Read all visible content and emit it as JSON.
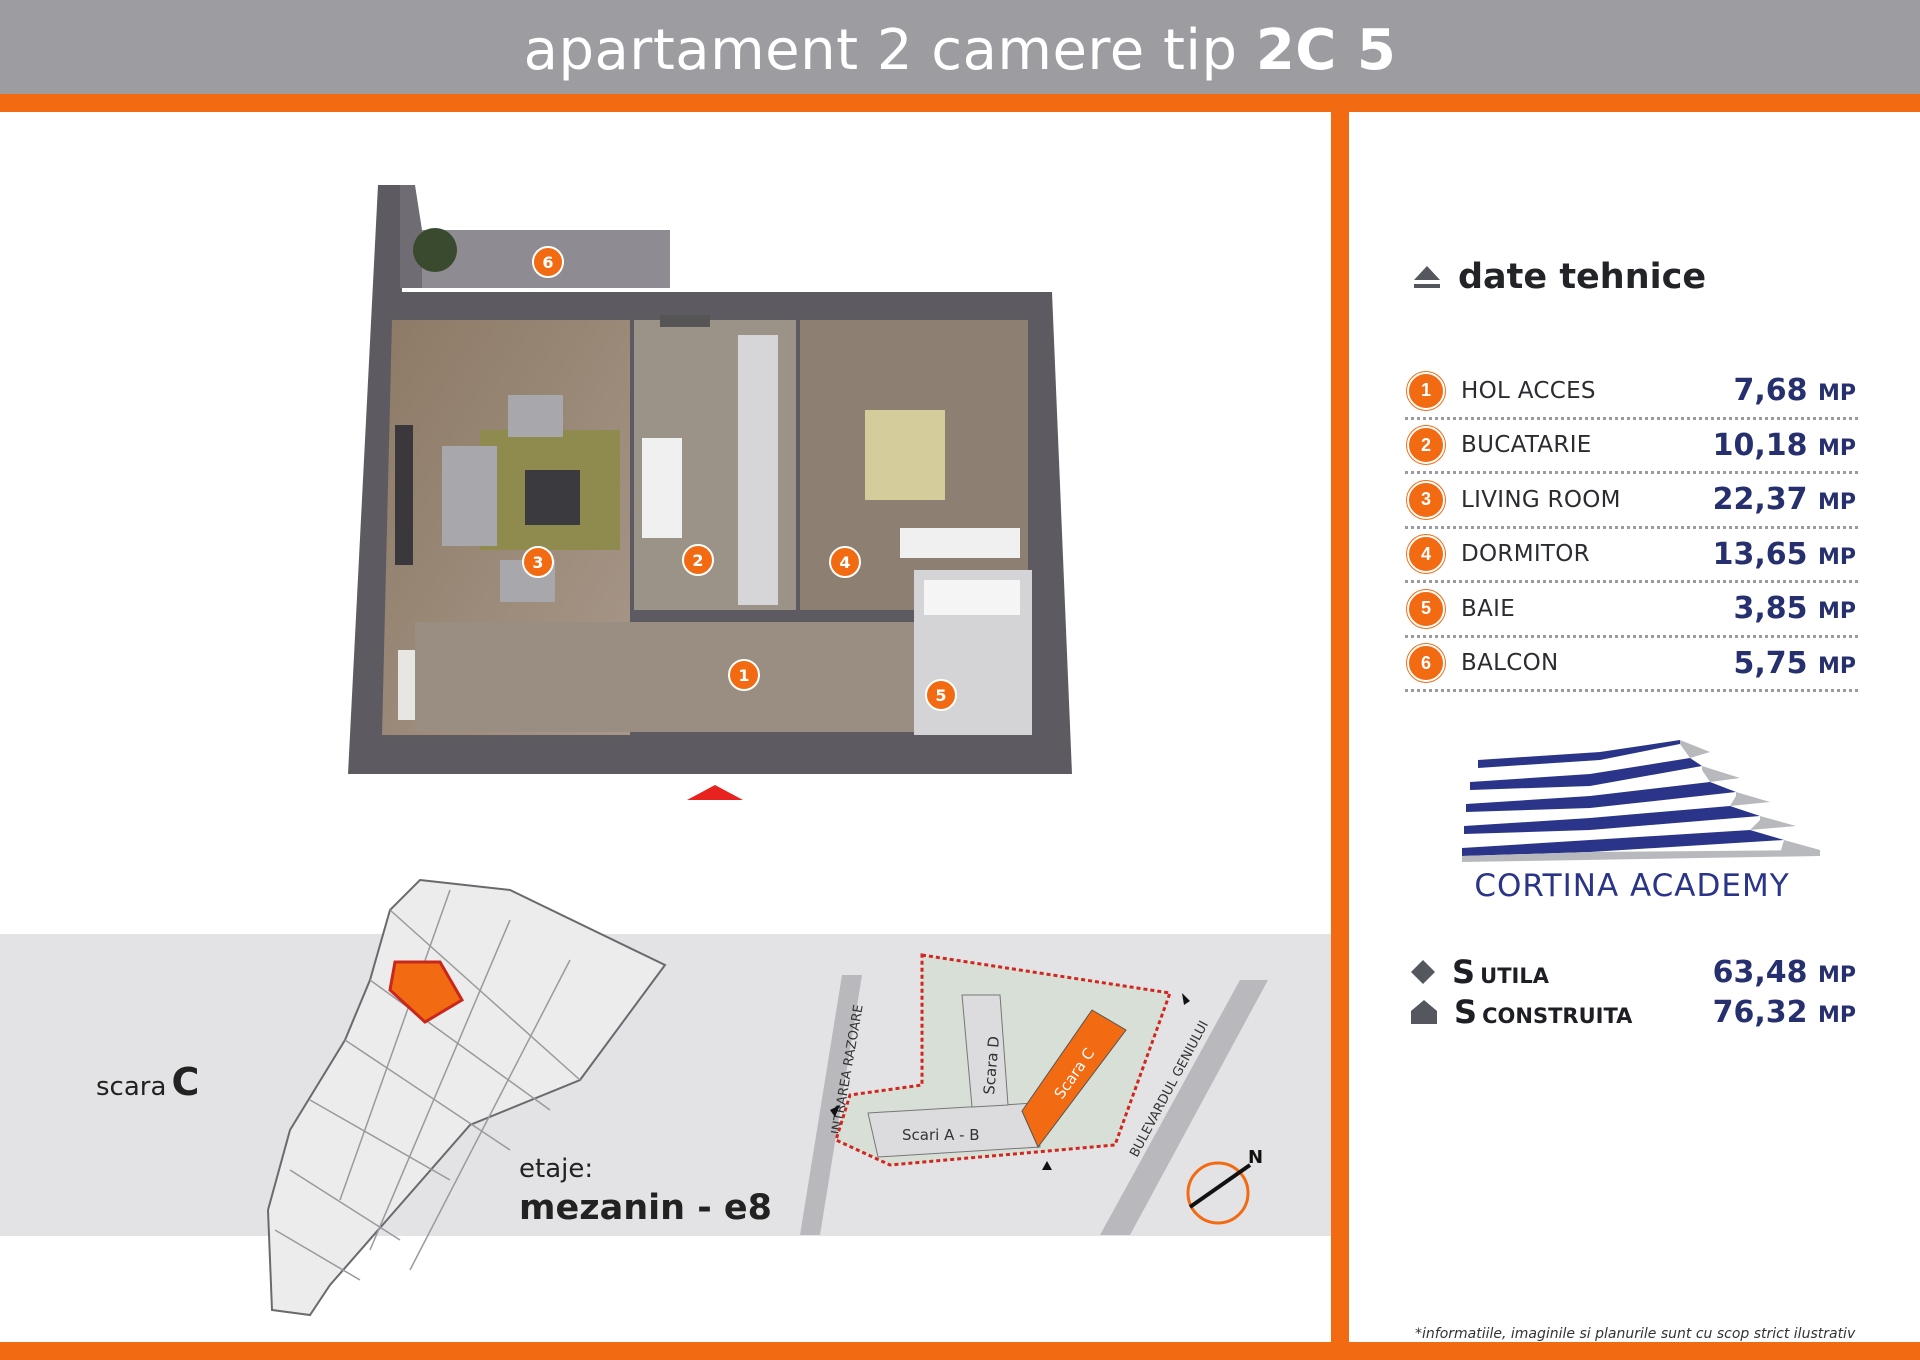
{
  "header": {
    "title_prefix": "apartament 2 camere tip",
    "title_code": "2C 5"
  },
  "tech": {
    "title": "date tehnice",
    "rooms": [
      {
        "num": "1",
        "name": "HOL ACCES",
        "area": "7,68",
        "unit": "MP"
      },
      {
        "num": "2",
        "name": "BUCATARIE",
        "area": "10,18",
        "unit": "MP"
      },
      {
        "num": "3",
        "name": "LIVING ROOM",
        "area": "22,37",
        "unit": "MP"
      },
      {
        "num": "4",
        "name": "DORMITOR",
        "area": "13,65",
        "unit": "MP"
      },
      {
        "num": "5",
        "name": "BAIE",
        "area": "3,85",
        "unit": "MP"
      },
      {
        "num": "6",
        "name": "BALCON",
        "area": "5,75",
        "unit": "MP"
      }
    ],
    "stats": [
      {
        "s": "S",
        "label": "UTILA",
        "value": "63,48",
        "unit": "MP",
        "icon": "diamond-icon"
      },
      {
        "s": "S",
        "label": "CONSTRUITA",
        "value": "76,32",
        "unit": "MP",
        "icon": "house-icon"
      }
    ],
    "disclaimer": "*informatiile, imaginile si planurile sunt cu scop strict ilustrativ"
  },
  "brand": {
    "name": "CORTINA ACADEMY",
    "color": "#2a3488"
  },
  "location": {
    "scara_label": "scara",
    "scara_value": "C",
    "etaje_label": "etaje:",
    "etaje_value": "mezanin - e8"
  },
  "siteplan": {
    "street1": "INTRAREA RAZOARE",
    "street2": "BULEVARDUL GENIULUI",
    "scara_c": "Scara C",
    "scara_d": "Scara D",
    "scari_ab": "Scari A - B",
    "compass": "N"
  },
  "colors": {
    "accent": "#f26a12",
    "header_gray": "#9c9ca1",
    "value_blue": "#27306e"
  }
}
